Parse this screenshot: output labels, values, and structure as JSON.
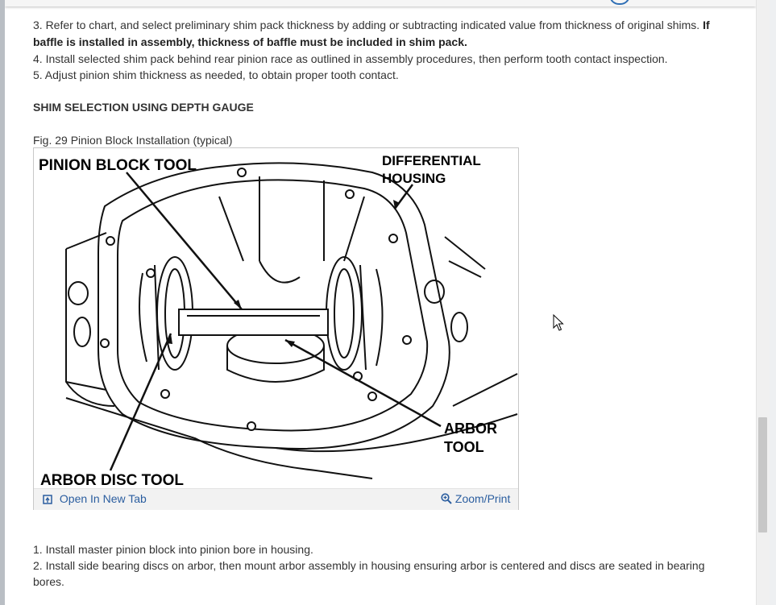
{
  "steps_top": [
    {
      "text": " 3. Refer to chart, and select preliminary shim pack thickness by adding or subtracting indicated value from thickness of original shims. ",
      "bold": "If"
    },
    {
      "bold": "baffle is installed in assembly, thickness of baffle must be included in shim pack."
    },
    {
      "text": " 4. Install selected shim pack behind rear pinion race as outlined in assembly procedures, then perform tooth contact inspection."
    },
    {
      "text": " 5. Adjust pinion shim thickness as needed, to obtain proper tooth contact."
    }
  ],
  "section_heading": "SHIM SELECTION USING DEPTH GAUGE",
  "figure": {
    "caption": "Fig. 29 Pinion Block Installation (typical)",
    "labels": {
      "pinion_block_tool": "PINION BLOCK TOOL",
      "differential_housing_1": "DIFFERENTIAL",
      "differential_housing_2": "HOUSING",
      "arbor_tool_1": "ARBOR",
      "arbor_tool_2": "TOOL",
      "arbor_disc_tool": "ARBOR DISC TOOL"
    },
    "open_new_tab": "Open In New Tab",
    "zoom_print": "Zoom/Print",
    "link_color": "#2a5d9f"
  },
  "steps_bottom": [
    {
      "text": " 1. Install master pinion block into pinion bore in housing."
    },
    {
      "text": " 2. Install side bearing discs on arbor, then mount arbor assembly in housing ensuring arbor is centered and discs are seated in bearing"
    },
    {
      "text": "bores."
    }
  ]
}
